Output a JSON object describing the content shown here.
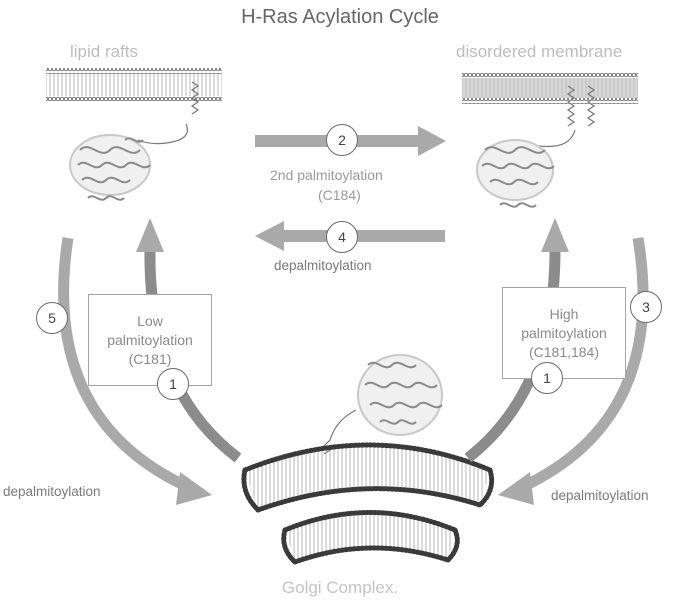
{
  "title": "H-Ras Acylation Cycle",
  "locations": {
    "lipid_rafts": "lipid rafts",
    "disordered_membrane": "disordered membrane",
    "golgi": "Golgi Complex."
  },
  "steps": {
    "s1_left": "1",
    "s1_right": "1",
    "s2": "2",
    "s3": "3",
    "s4": "4",
    "s5": "5"
  },
  "labels": {
    "second_palm_line1": "2nd palmitoylation",
    "second_palm_line2": "(C184)",
    "depalm_center": "depalmitoylation",
    "depalm_left": "depalmitoylation",
    "depalm_right": "depalmitoylation"
  },
  "boxes": {
    "low": {
      "line1": "Low",
      "line2": "palmitoylation",
      "line3": "(C181)"
    },
    "high": {
      "line1": "High",
      "line2": "palmitoylation",
      "line3": "(C181,184)"
    }
  },
  "colors": {
    "arrow": "#a9a9a9",
    "dark_arrow": "#8c8c8c"
  }
}
